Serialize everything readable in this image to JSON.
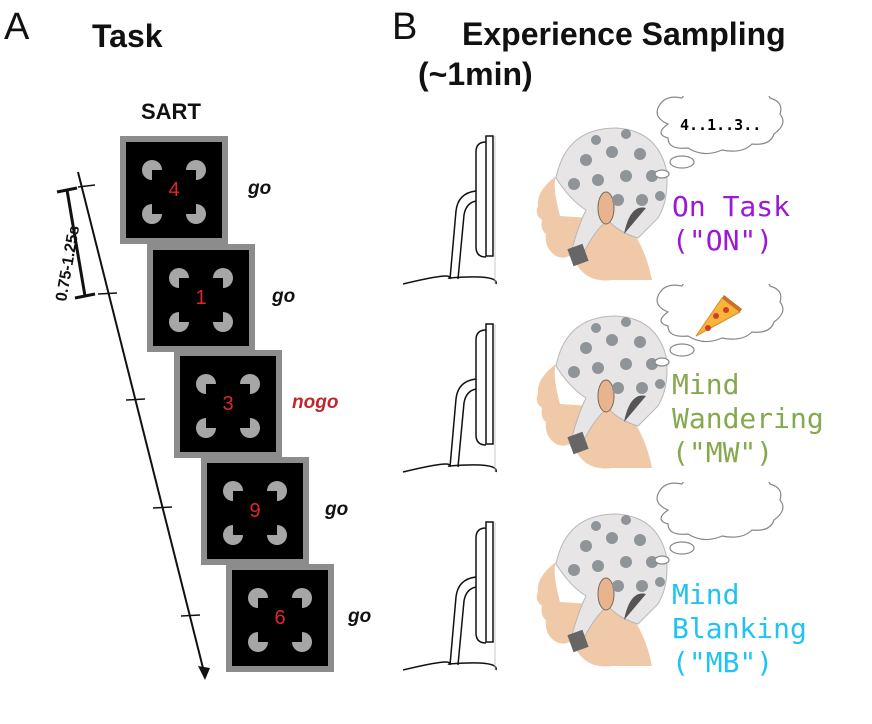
{
  "panel_a": {
    "letter": "A",
    "title": "Task",
    "task_name": "SART",
    "interval_label": "0.75-1.25s",
    "trials": [
      {
        "digit": "4",
        "response": "go"
      },
      {
        "digit": "1",
        "response": "go"
      },
      {
        "digit": "3",
        "response": "nogo"
      },
      {
        "digit": "9",
        "response": "go"
      },
      {
        "digit": "6",
        "response": "go"
      }
    ],
    "colors": {
      "digit": "#e0262a",
      "go": "#111111",
      "nogo": "#c0272d",
      "frame": "#8c8c8c"
    }
  },
  "panel_b": {
    "letter": "B",
    "title_line1": "Experience Sampling",
    "title_line2": "(~1min)",
    "states": [
      {
        "lines": "On Task\n(\"ON\")",
        "color": "#9b19d6",
        "thought": "4..1..3..",
        "thought_icon": "digits-text"
      },
      {
        "lines": "Mind\nWandering\n(\"MW\")",
        "color": "#86a84e",
        "thought": "",
        "thought_icon": "pizza-icon"
      },
      {
        "lines": "Mind\nBlanking\n(\"MB\")",
        "color": "#21c3f2",
        "thought": "",
        "thought_icon": "empty"
      }
    ]
  }
}
